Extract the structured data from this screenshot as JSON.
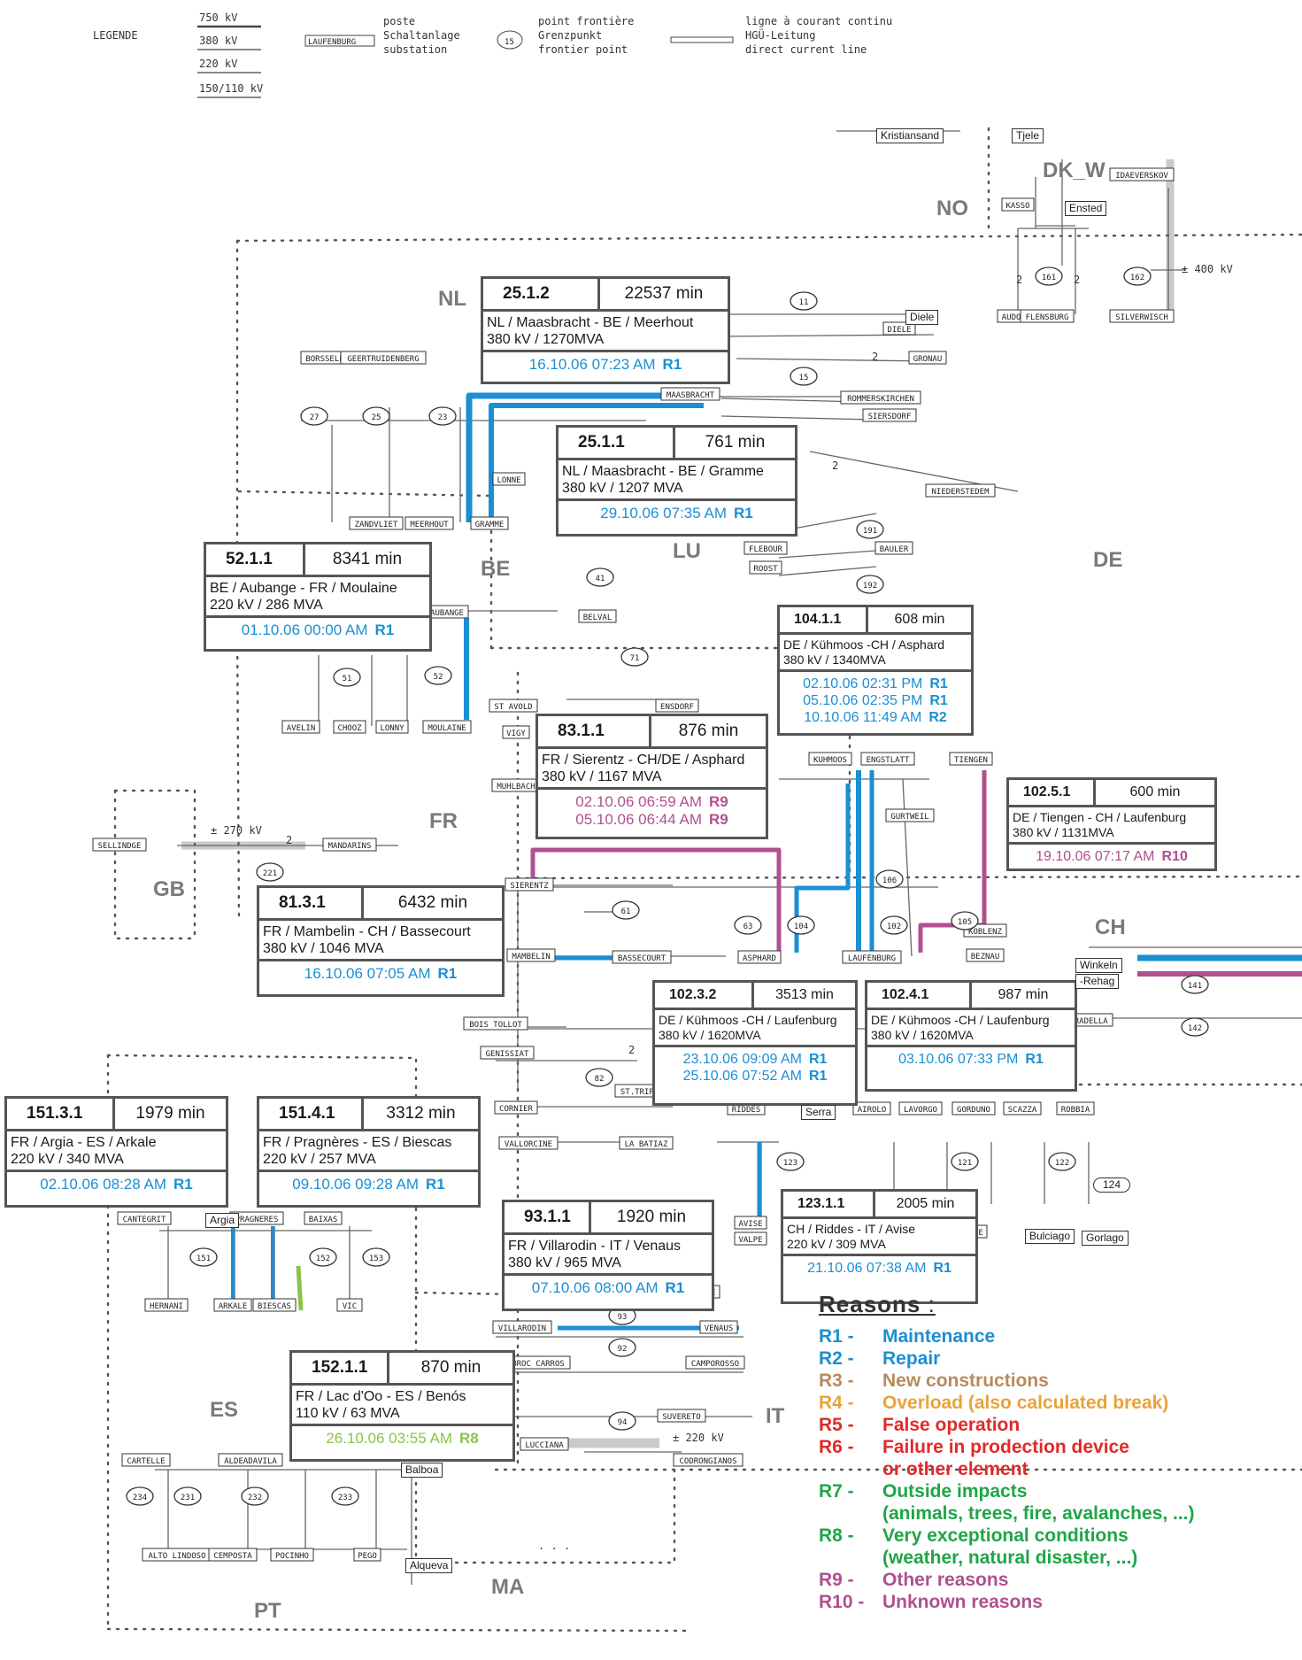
{
  "legend": {
    "title": "LEGENDE",
    "voltages": [
      "750 kV",
      "380 kV",
      "220 kV",
      "150/110 kV"
    ],
    "substation_sample": "LAUFENBURG",
    "substation_text": [
      "poste",
      "Schaltanlage",
      "substation"
    ],
    "frontier_sample": "15",
    "frontier_text": [
      "point frontière",
      "Grenzpunkt",
      "frontier point"
    ],
    "dc_text": [
      "ligne à courant continu",
      "HGÜ-Leitung",
      "direct current line"
    ]
  },
  "countries": [
    "NO",
    "DK_W",
    "NL",
    "BE",
    "LU",
    "DE",
    "FR",
    "GB",
    "CH",
    "ES",
    "IT",
    "PT",
    "MA"
  ],
  "labels": [
    "Kristiansand",
    "Tjele",
    "Ensted",
    "Diele",
    "Winkeln",
    "-Rehag",
    "Serra",
    "Argia",
    "124",
    "Bulciago",
    "Gorlago",
    "Balboa",
    "Alqueva"
  ],
  "substations": [
    "KASSO",
    "IDAEVERSKOV",
    "AUDORF",
    "FLENSBURG",
    "SILVERWISCH",
    "DIELE",
    "GRONAU",
    "BORSSELE",
    "GEERTRUIDENBERG",
    "MAASBRACHT",
    "ROMMERSKIRCHEN",
    "SIERSDORF",
    "LONNE",
    "MEERHOUT",
    "GRAMME",
    "ZANDVLIET",
    "NIEDERSTEDEM",
    "FLEBOUR",
    "ROOST",
    "BAULER",
    "AUBANGE",
    "BELVAL",
    "AVELIN",
    "CHOOZ",
    "LONNY",
    "MOULAINE",
    "ST AVOLD",
    "ENSDORF",
    "VIGY",
    "MUHLBACH",
    "KUHMOOS",
    "ENGSTLATT",
    "TIENGEN",
    "GURTWEIL",
    "SELLINDGE",
    "MANDARINS",
    "SIERENTZ",
    "MAMBELIN",
    "BASSECOURT",
    "ASPHARD",
    "LAUFENBURG",
    "KOBLENZ",
    "BEZNAU",
    "BOIS TOLLOT",
    "GENISSIAT",
    "CORNIER",
    "VALLORCINE",
    "LA BATIAZ",
    "ST.TRIPHON",
    "RIDDES",
    "PRADELLA",
    "AIROLO",
    "LAVORGO",
    "GORDUNO",
    "SCAZZA",
    "ROBBIA",
    "AVISE",
    "MESE",
    "VALPE",
    "CANTEGRIT",
    "PRAGNERES",
    "BAIXAS",
    "HERNANI",
    "ARKALE",
    "BIESCAS",
    "VIC",
    "SOAVE",
    "VILLARODIN",
    "VENAUS",
    "BROC CARROS",
    "CAMPOROSSO",
    "LUCCIANA",
    "SUVERETO",
    "CODRONGIANOS",
    "CARTELLE",
    "ALDEADAVILA",
    "ALTO LINDOSO",
    "CEMPOSTA",
    "POCINHO",
    "PEGO"
  ],
  "frontier_points": [
    "11",
    "15",
    "27",
    "25",
    "23",
    "41",
    "51",
    "52",
    "71",
    "161",
    "162",
    "191",
    "192",
    "221",
    "61",
    "63",
    "104",
    "105",
    "106",
    "102",
    "141",
    "142",
    "82",
    "123",
    "121",
    "122",
    "151",
    "152",
    "153",
    "93",
    "92",
    "94",
    "234",
    "231",
    "232",
    "233"
  ],
  "misc": {
    "dc_voltage_no": "± 400 kV",
    "dc_voltage_gb": "± 270 kV",
    "dc_voltage_it": "± 220 kV",
    "circuits_two": "2",
    "dots": ". . ."
  },
  "outages": [
    {
      "id": "25.1.2",
      "duration": "22537 min",
      "desc": [
        "NL / Maasbracht - BE / Meerhout",
        "380 kV / 1270MVA"
      ],
      "events": [
        {
          "date": "16.10.06 07:23 AM",
          "reason": "R1"
        }
      ]
    },
    {
      "id": "25.1.1",
      "duration": "761 min",
      "desc": [
        "NL / Maasbracht - BE / Gramme",
        "380 kV / 1207 MVA"
      ],
      "events": [
        {
          "date": "29.10.06 07:35 AM",
          "reason": "R1"
        }
      ]
    },
    {
      "id": "52.1.1",
      "duration": "8341 min",
      "desc": [
        "BE / Aubange - FR / Moulaine",
        "220 kV / 286 MVA"
      ],
      "events": [
        {
          "date": "01.10.06 00:00 AM",
          "reason": "R1"
        }
      ]
    },
    {
      "id": "104.1.1",
      "duration": "608 min",
      "desc": [
        "DE / Kühmoos -CH / Asphard",
        "380 kV / 1340MVA"
      ],
      "events": [
        {
          "date": "02.10.06 02:31 PM",
          "reason": "R1"
        },
        {
          "date": "05.10.06 02:35 PM",
          "reason": "R1"
        },
        {
          "date": "10.10.06 11:49 AM",
          "reason": "R2"
        }
      ]
    },
    {
      "id": "83.1.1",
      "duration": "876 min",
      "desc": [
        "FR / Sierentz - CH/DE / Asphard",
        "380 kV / 1167 MVA"
      ],
      "events": [
        {
          "date": "02.10.06 06:59 AM",
          "reason": "R9"
        },
        {
          "date": "05.10.06 06:44 AM",
          "reason": "R9"
        }
      ]
    },
    {
      "id": "102.5.1",
      "duration": "600 min",
      "desc": [
        "DE / Tiengen - CH / Laufenburg",
        "380 kV / 1131MVA"
      ],
      "events": [
        {
          "date": "19.10.06 07:17 AM",
          "reason": "R10"
        }
      ]
    },
    {
      "id": "81.3.1",
      "duration": "6432 min",
      "desc": [
        "FR / Mambelin - CH / Bassecourt",
        "380 kV / 1046 MVA"
      ],
      "events": [
        {
          "date": "16.10.06 07:05 AM",
          "reason": "R1"
        }
      ]
    },
    {
      "id": "102.3.2",
      "duration": "3513 min",
      "desc": [
        "DE / Kühmoos -CH / Laufenburg",
        "380 kV / 1620MVA"
      ],
      "events": [
        {
          "date": "23.10.06 09:09 AM",
          "reason": "R1"
        },
        {
          "date": "25.10.06 07:52 AM",
          "reason": "R1"
        }
      ]
    },
    {
      "id": "102.4.1",
      "duration": "987 min",
      "desc": [
        "DE / Kühmoos -CH / Laufenburg",
        "380 kV / 1620MVA"
      ],
      "events": [
        {
          "date": "03.10.06 07:33 PM",
          "reason": "R1"
        }
      ]
    },
    {
      "id": "151.3.1",
      "duration": "1979 min",
      "desc": [
        "FR / Argia - ES / Arkale",
        "220 kV / 340 MVA"
      ],
      "events": [
        {
          "date": "02.10.06 08:28 AM",
          "reason": "R1"
        }
      ]
    },
    {
      "id": "151.4.1",
      "duration": "3312 min",
      "desc": [
        "FR / Pragnères - ES / Biescas",
        "220 kV / 257 MVA"
      ],
      "events": [
        {
          "date": "09.10.06 09:28 AM",
          "reason": "R1"
        }
      ]
    },
    {
      "id": "93.1.1",
      "duration": "1920 min",
      "desc": [
        "FR / Villarodin - IT / Venaus",
        "380 kV / 965 MVA"
      ],
      "events": [
        {
          "date": "07.10.06 08:00 AM",
          "reason": "R1"
        }
      ]
    },
    {
      "id": "123.1.1",
      "duration": "2005 min",
      "desc": [
        "CH / Riddes - IT / Avise",
        "220 kV / 309 MVA"
      ],
      "events": [
        {
          "date": "21.10.06 07:38 AM",
          "reason": "R1"
        }
      ]
    },
    {
      "id": "152.1.1",
      "duration": "870 min",
      "desc": [
        "FR / Lac d'Oo - ES / Benós",
        "110 kV / 63 MVA"
      ],
      "events": [
        {
          "date": "26.10.06 03:55 AM",
          "reason": "R8"
        }
      ]
    }
  ],
  "reasons": {
    "title": "Reasons",
    "colon": ":",
    "items": [
      {
        "code": "R1 -",
        "label": "Maintenance"
      },
      {
        "code": "R2 -",
        "label": "Repair"
      },
      {
        "code": "R3 -",
        "label": "New constructions"
      },
      {
        "code": "R4 -",
        "label": "Overload (also calculated break)"
      },
      {
        "code": "R5 -",
        "label": "False operation"
      },
      {
        "code": "R6 -",
        "label": "Failure in prodection device"
      },
      {
        "code": "",
        "label": "or other element"
      },
      {
        "code": "R7 -",
        "label": "Outside impacts"
      },
      {
        "code": "",
        "label": "(animals, trees, fire, avalanches, ...)"
      },
      {
        "code": "R8 -",
        "label": "Very exceptional conditions"
      },
      {
        "code": "",
        "label": "(weather, natural disaster, ...)"
      },
      {
        "code": "R9 -",
        "label": "Other reasons"
      },
      {
        "code": "R10 -",
        "label": "Unknown reasons"
      }
    ]
  },
  "colors": {
    "R1": "#1a8fd4",
    "R2": "#1a8fd4",
    "R3": "#b98a5e",
    "R4": "#e8a33a",
    "R5": "#e02a2a",
    "R6": "#e02a2a",
    "R7": "#1fa547",
    "R8": "#8bc34a",
    "R9": "#b0508f",
    "R10": "#b0508f",
    "border": "#555555",
    "line": "#444444"
  }
}
